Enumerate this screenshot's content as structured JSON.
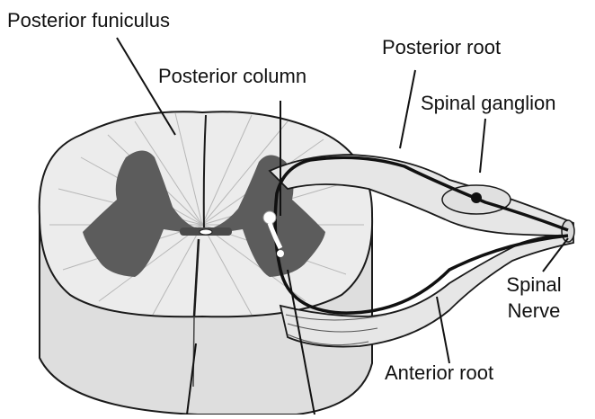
{
  "labels": {
    "posterior_funiculus": "Posterior funiculus",
    "posterior_column": "Posterior column",
    "posterior_root": "Posterior root",
    "spinal_ganglion": "Spinal ganglion",
    "spinal_nerve_line1": "Spinal",
    "spinal_nerve_line2": "Nerve",
    "anterior_root": "Anterior root"
  },
  "colors": {
    "background": "#ffffff",
    "cord_fill": "#ececec",
    "cord_side": "#dedede",
    "gray_matter": "#5c5c5c",
    "outline": "#1a1a1a",
    "fiber": "#111111"
  }
}
